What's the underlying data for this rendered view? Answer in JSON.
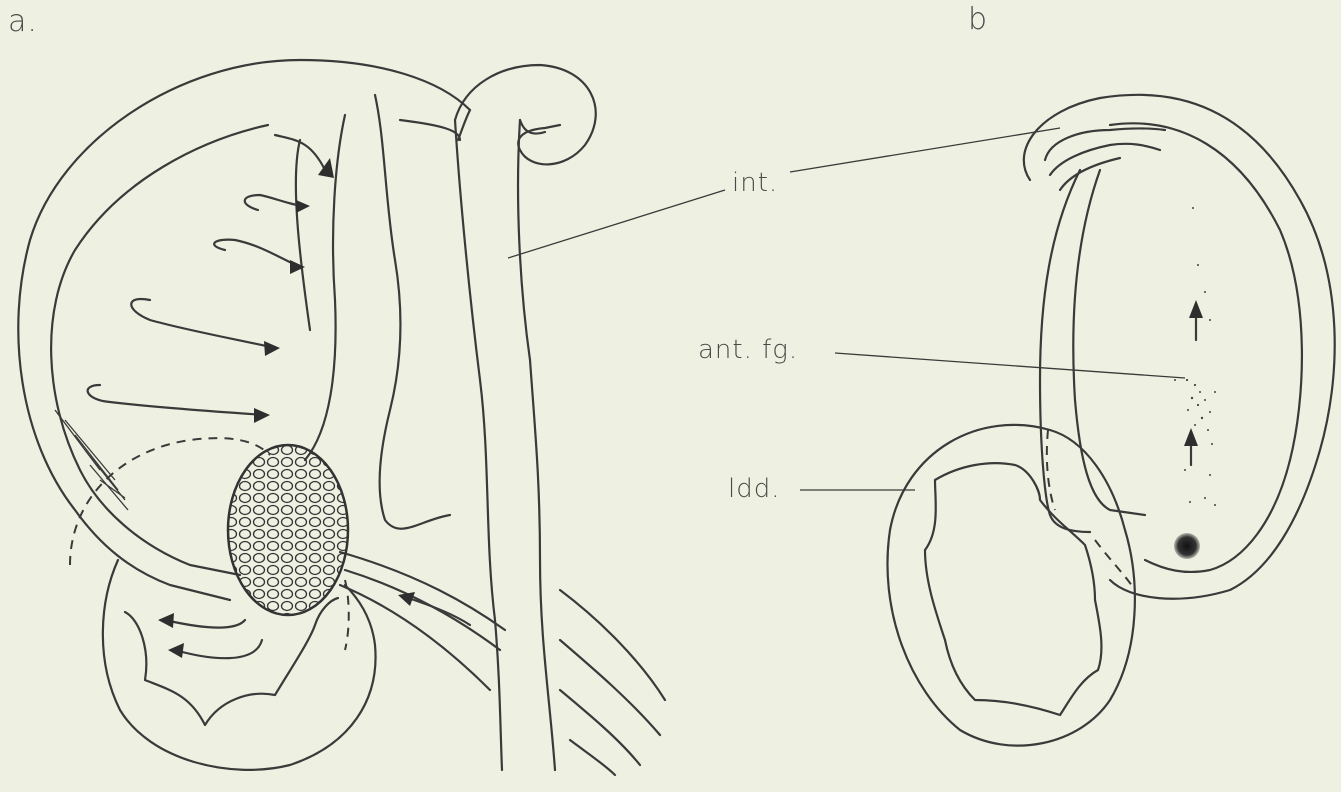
{
  "panels": {
    "a": {
      "label": "a."
    },
    "b": {
      "label": "b"
    }
  },
  "labels": {
    "int": "int.",
    "ant_fg": "ant. fg.",
    "ldd": "ldd."
  },
  "colors": {
    "background": "#eef1e1",
    "ink": "#3a3a3a"
  }
}
